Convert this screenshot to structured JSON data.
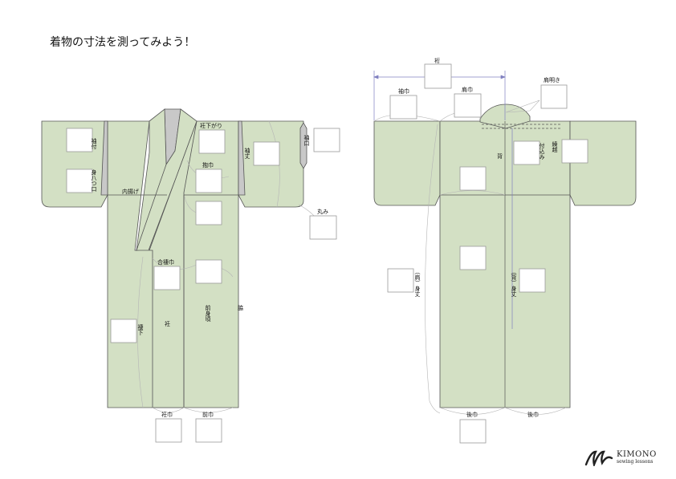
{
  "title": "着物の寸法を測ってみよう！",
  "brand": {
    "name": "KIMONO",
    "subtitle": "sewing lessons"
  },
  "colors": {
    "fabric": "#d3e0c4",
    "stroke": "#555555",
    "guide": "#b5b5b5",
    "dim": "#8080c0",
    "lining": "#c8c8c8"
  },
  "front_labels": {
    "sode_tsuke": "袖付",
    "mi_yatsukuchi": "身八つ口",
    "uchi_age": "内揚げ",
    "okumi_sagari": "衽下がり",
    "dakihaba": "抱巾",
    "sode_take": "袖丈",
    "sode_guchi": "袖口",
    "marumi": "丸み",
    "aiduma_haba": "合褄巾",
    "tsuma_shita": "褄下",
    "okumi": "衽",
    "mae_migoro": "前身頃",
    "waki": "脇",
    "okumi_haba": "衽巾",
    "mae_haba": "前巾"
  },
  "back_labels": {
    "yuki": "裄",
    "sode_haba": "袖巾",
    "kata_haba": "肩巾",
    "kata_aki": "肩明き",
    "se": "背",
    "tsuke_komi": "付込み",
    "eri_koshi": "繰越",
    "kata_mitake": "（肩）身丈",
    "se_mitake": "（背）身丈",
    "ushiro_haba": "後巾",
    "ushiro_haba_2": "後巾"
  }
}
